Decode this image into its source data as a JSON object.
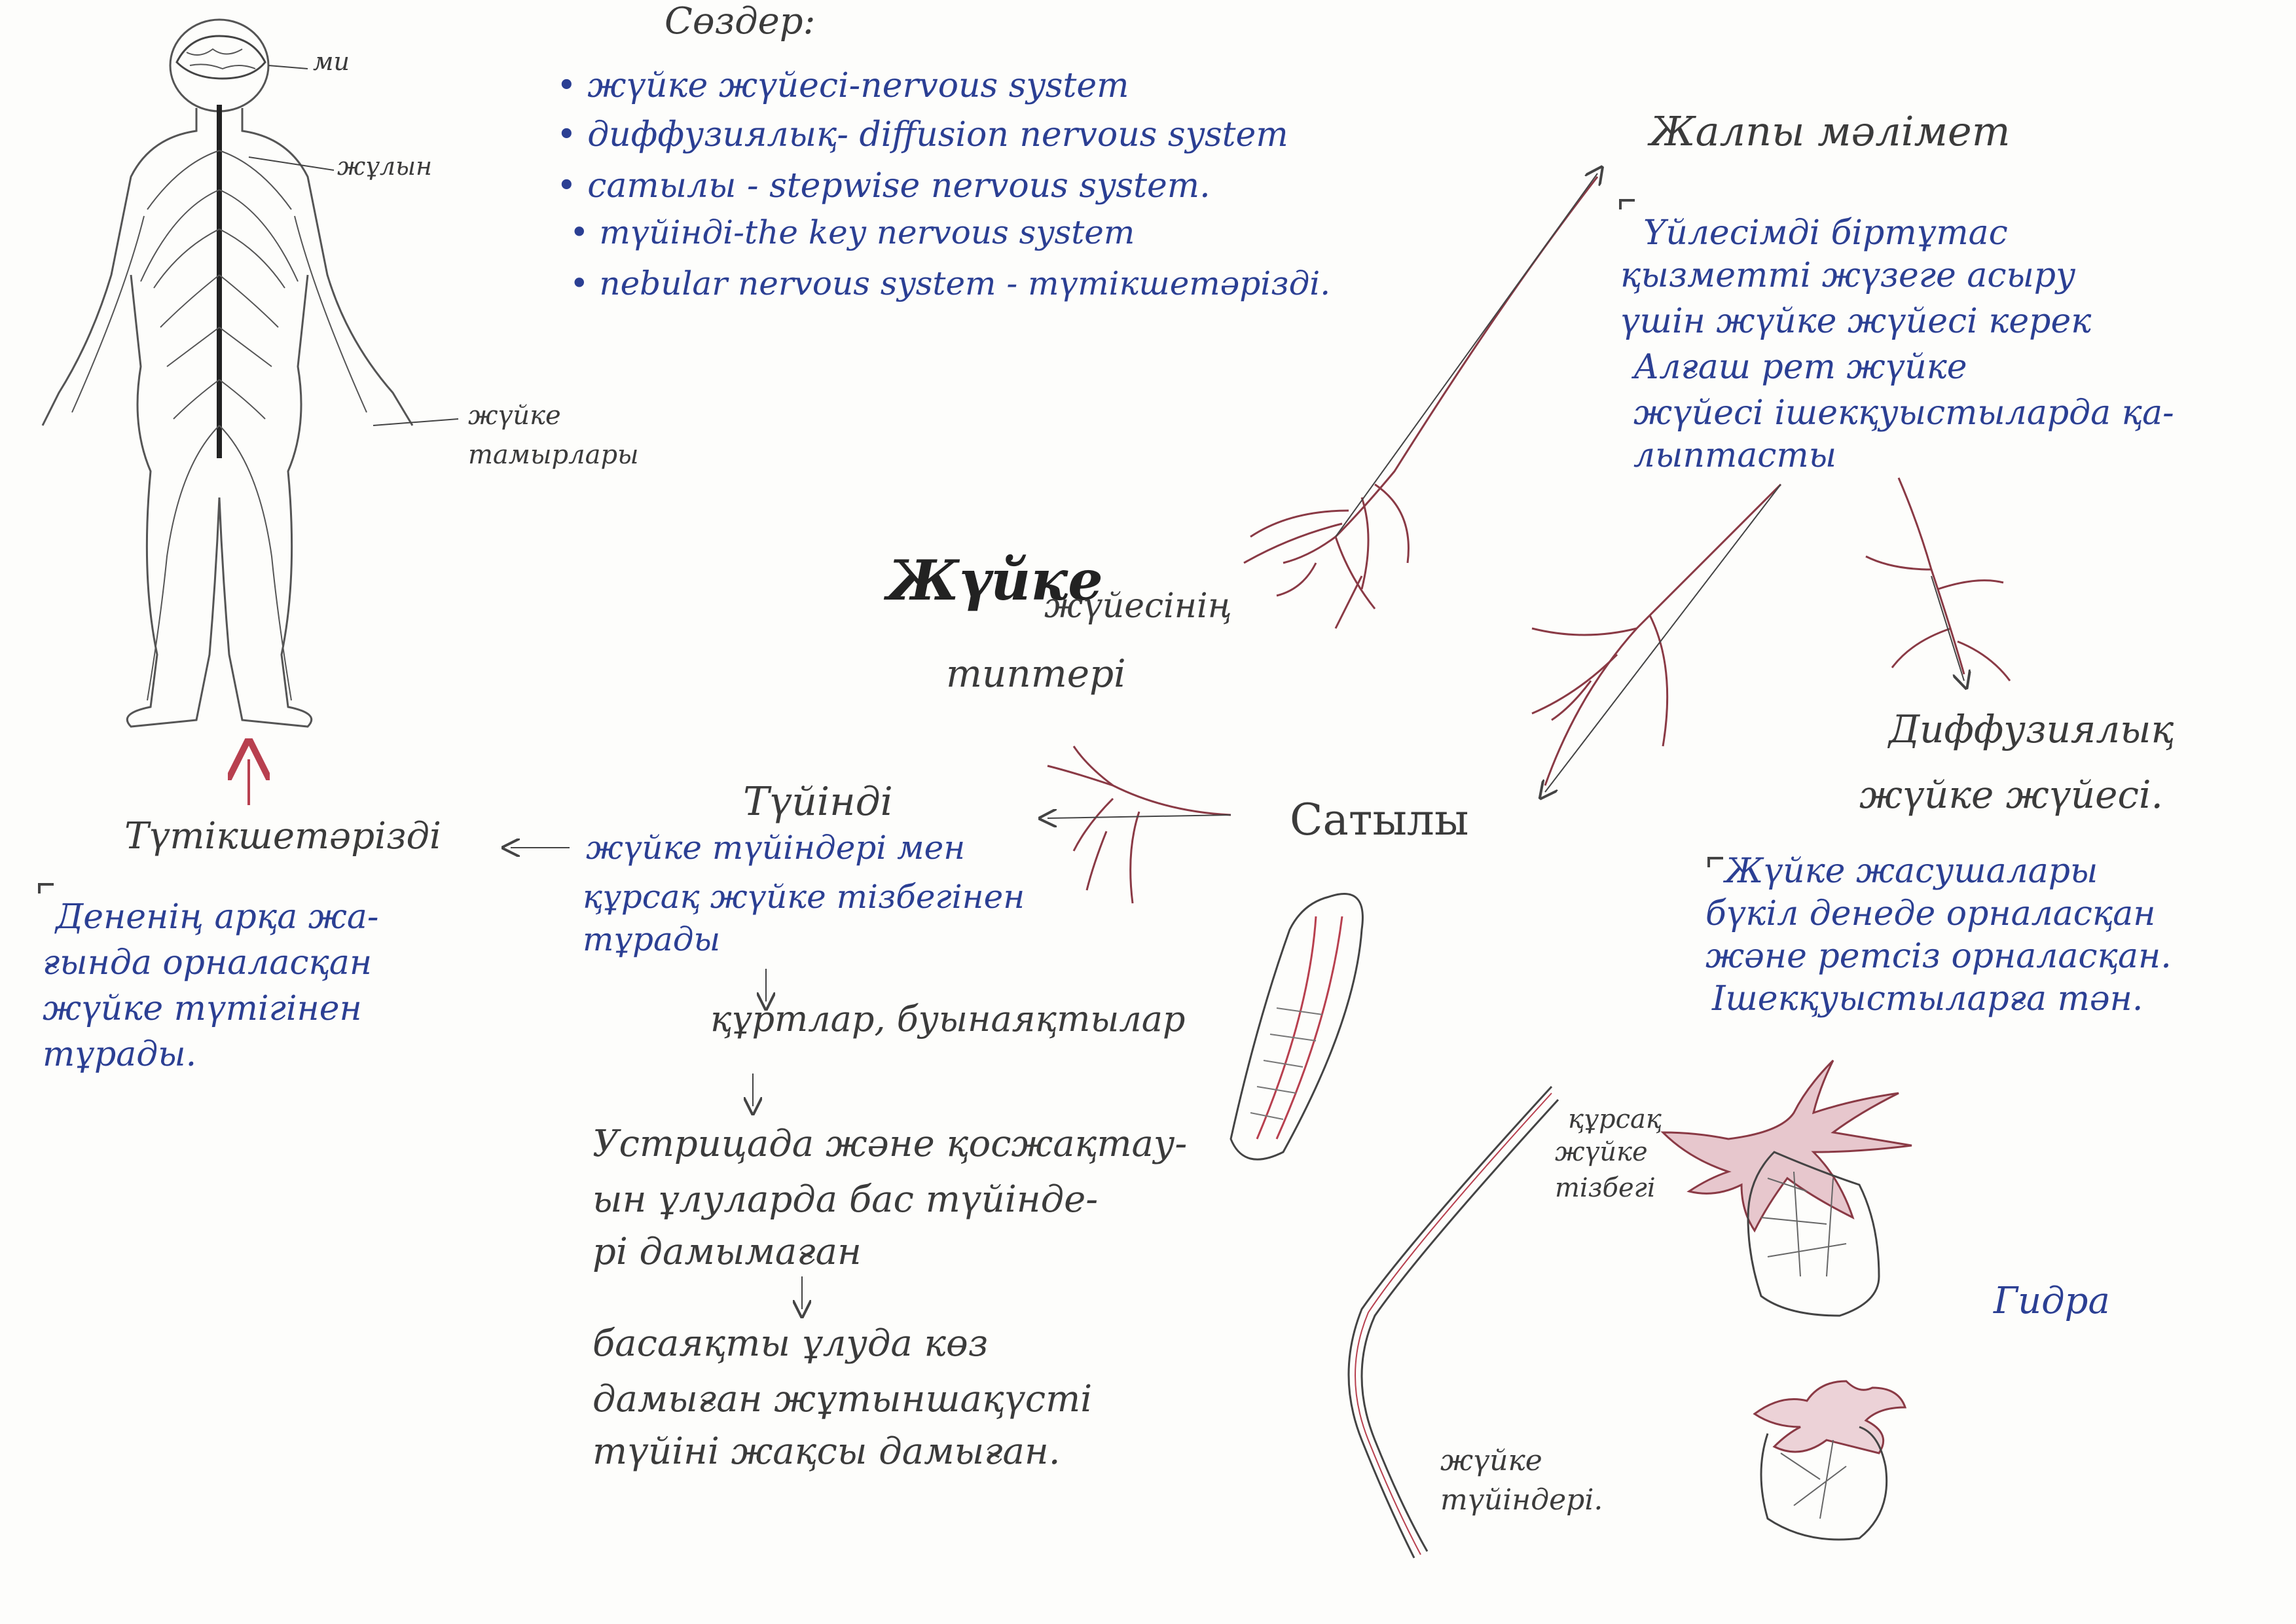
{
  "body_labels": {
    "brain": "ми",
    "spinal_cord": "жұлын",
    "nerves": [
      "жүйке",
      "тамырлары"
    ]
  },
  "glossary": {
    "title": "Сөздер:",
    "items": [
      "жүйке жүйесі-nervous system",
      "диффузиялық- diffusion nervous system",
      "сатылы - stepwise nervous system.",
      "түйінді-the key nervous system",
      "nebular nervous system - түтікшетәрізді."
    ]
  },
  "center_title": {
    "word1": "Жүйке",
    "word2": "жүйесінің",
    "word3": "типтері"
  },
  "general": {
    "title": "Жалпы мәлімет",
    "lines": [
      "Үйлесімді біртұтас",
      "қызметті жүзеге асыру",
      "үшін жүйке жүйесі керек",
      "Алғаш рет жүйке",
      "жүйесі ішекқуыстыларда қа-",
      "лыптасты"
    ]
  },
  "diffuse": {
    "title": [
      "Диффузиялық",
      "жүйке жүйесі."
    ],
    "lines": [
      "Жүйке жасушалары",
      "бүкіл денеде орналасқан",
      "және ретсіз орналасқан.",
      "Ішекқуыстыларға тән."
    ],
    "example": "Гидра"
  },
  "stepwise": {
    "title": "Сатылы",
    "worm_label_top": [
      "құрсақ",
      "жүйке",
      "тізбегі"
    ],
    "worm_label_bottom": [
      "жүйке",
      "түйіндері."
    ]
  },
  "nodal": {
    "title": "Түйінді",
    "lines": [
      "жүйке түйіндері мен",
      "құрсақ жүйке тізбегінен",
      "тұрады"
    ],
    "step1": "құртлар, буынаяқтылар",
    "step2": [
      "Устрицада және қосжақтау-",
      "ын ұлуларда бас түйінде-",
      "рі дамымаған"
    ],
    "step3": [
      "басаяқты ұлуда көз",
      "дамыған жұтыншақүсті",
      "түйіні жақсы дамыған."
    ]
  },
  "tubular": {
    "title": "Түтікшетәрізді",
    "lines": [
      "Дененің арқа жа-",
      "ғында орналасқан",
      "жүйке түтігінен",
      "тұрады."
    ]
  },
  "colors": {
    "pencil": "#3b3b3b",
    "ink": "#2b3f93",
    "red_pencil": "#b8404f"
  }
}
